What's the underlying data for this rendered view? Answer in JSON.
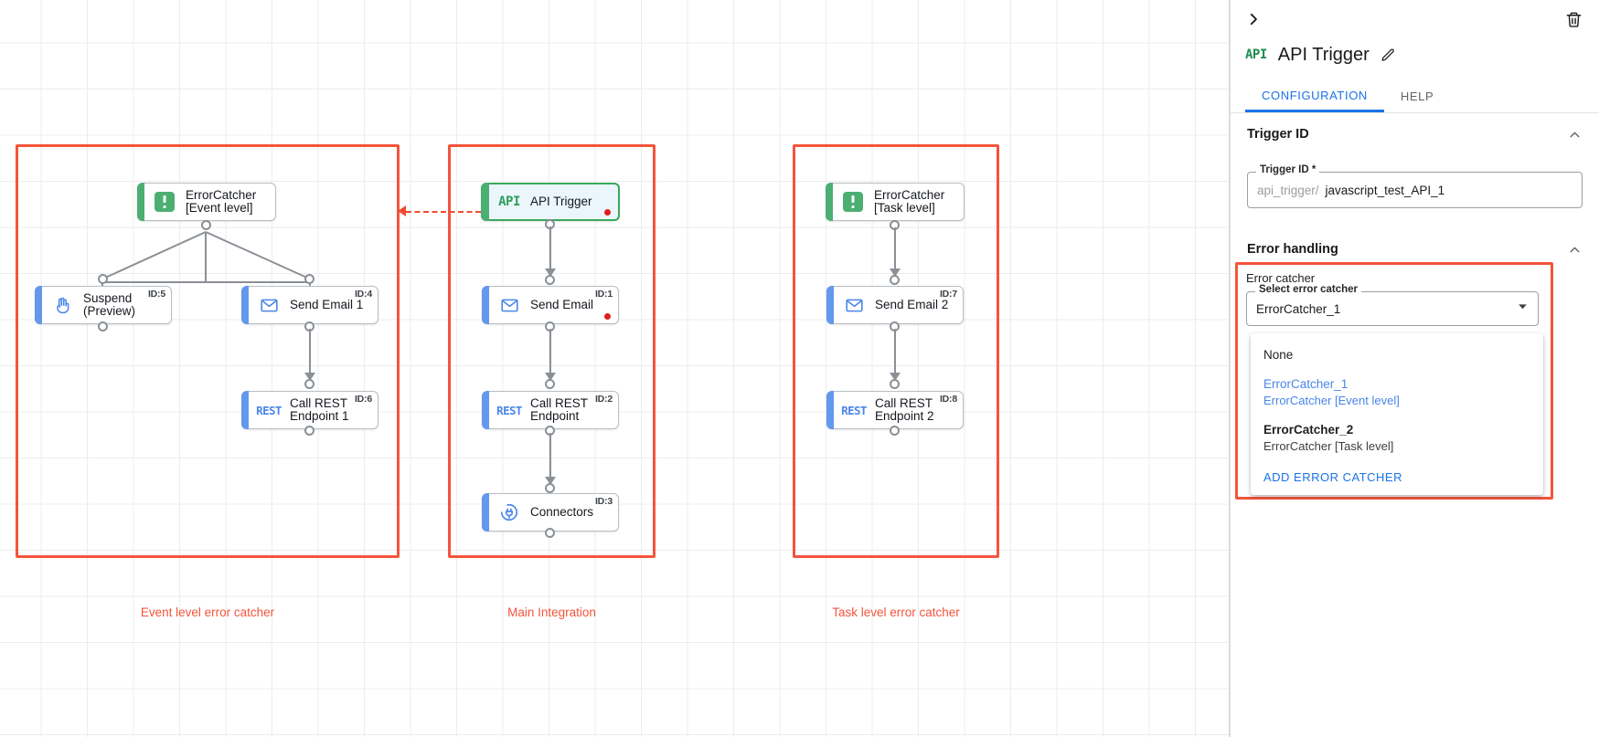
{
  "canvas": {
    "groups": [
      {
        "id": "event-level",
        "label": "Event level error catcher"
      },
      {
        "id": "main-integration",
        "label": "Main Integration"
      },
      {
        "id": "task-level",
        "label": "Task level error catcher"
      }
    ],
    "nodes": [
      {
        "key": "errorcatcher_event",
        "title": "ErrorCatcher\n[Event level]",
        "icon": "error-catcher-icon",
        "id_badge": "",
        "accent": "green",
        "selected": false,
        "warning": false
      },
      {
        "key": "suspend",
        "title": "Suspend\n(Preview)",
        "icon": "hand-icon",
        "id_badge": "ID:5",
        "accent": "blue",
        "selected": false,
        "warning": false
      },
      {
        "key": "send_email_1",
        "title": "Send Email 1",
        "icon": "envelope-icon",
        "id_badge": "ID:4",
        "accent": "blue",
        "selected": false,
        "warning": false
      },
      {
        "key": "call_rest_1",
        "title": "Call REST\nEndpoint 1",
        "icon": "rest-icon",
        "id_badge": "ID:6",
        "accent": "blue",
        "selected": false,
        "warning": false
      },
      {
        "key": "api_trigger",
        "title": "API Trigger",
        "icon": "api-icon",
        "id_badge": "",
        "accent": "green",
        "selected": true,
        "warning": true
      },
      {
        "key": "send_email",
        "title": "Send Email",
        "icon": "envelope-icon",
        "id_badge": "ID:1",
        "accent": "blue",
        "selected": false,
        "warning": true
      },
      {
        "key": "call_rest",
        "title": "Call REST\nEndpoint",
        "icon": "rest-icon",
        "id_badge": "ID:2",
        "accent": "blue",
        "selected": false,
        "warning": false
      },
      {
        "key": "connectors",
        "title": "Connectors",
        "icon": "plug-icon",
        "id_badge": "ID:3",
        "accent": "blue",
        "selected": false,
        "warning": false
      },
      {
        "key": "errorcatcher_task",
        "title": "ErrorCatcher\n[Task level]",
        "icon": "error-catcher-icon",
        "id_badge": "",
        "accent": "green",
        "selected": false,
        "warning": false
      },
      {
        "key": "send_email_2",
        "title": "Send Email 2",
        "icon": "envelope-icon",
        "id_badge": "ID:7",
        "accent": "blue",
        "selected": false,
        "warning": false
      },
      {
        "key": "call_rest_2",
        "title": "Call REST\nEndpoint 2",
        "icon": "rest-icon",
        "id_badge": "ID:8",
        "accent": "blue",
        "selected": false,
        "warning": false
      }
    ]
  },
  "panel": {
    "badge": "API",
    "title": "API Trigger",
    "tabs": [
      {
        "key": "configuration",
        "label": "CONFIGURATION",
        "active": true
      },
      {
        "key": "help",
        "label": "HELP",
        "active": false
      }
    ],
    "sections": {
      "trigger_id": {
        "title": "Trigger ID",
        "field_label": "Trigger ID *",
        "prefix": "api_trigger/",
        "value": "javascript_test_API_1"
      },
      "error_handling": {
        "title": "Error handling",
        "error_catcher_label": "Error catcher",
        "select_label": "Select error catcher",
        "selected_value": "ErrorCatcher_1",
        "options": [
          {
            "primary": "None",
            "secondary": "",
            "link": false,
            "bold": false
          },
          {
            "primary": "ErrorCatcher_1",
            "secondary": "ErrorCatcher [Event level]",
            "link": true,
            "bold": false
          },
          {
            "primary": "ErrorCatcher_2",
            "secondary": "ErrorCatcher [Task level]",
            "link": false,
            "bold": true
          }
        ],
        "add_action": "ADD ERROR CATCHER"
      }
    }
  },
  "colors": {
    "group_red": "#f4543c",
    "accent_blue": "#6398ed",
    "accent_green": "#4caf72",
    "tab_active": "#1a73e8",
    "warning_dot": "#e11d1d"
  }
}
